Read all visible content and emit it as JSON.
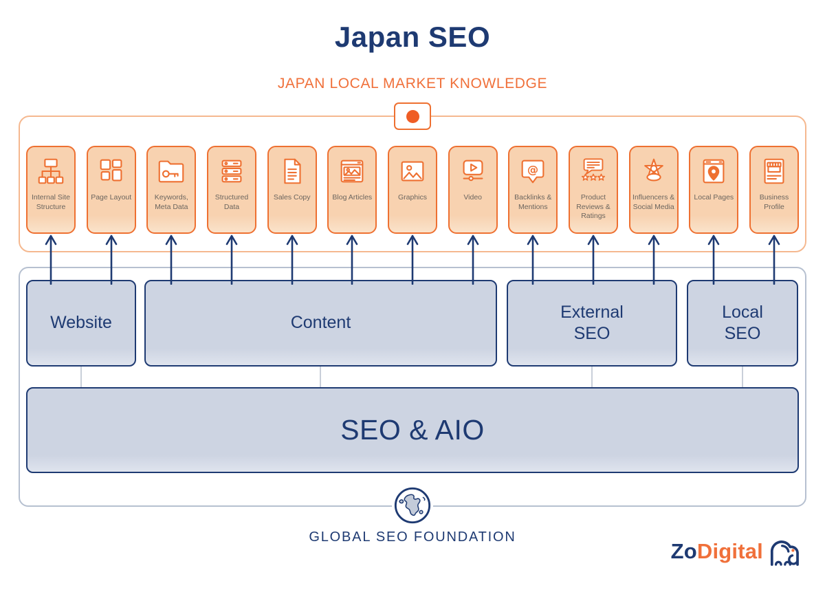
{
  "title": "Japan SEO",
  "subtitle": "JAPAN LOCAL MARKET KNOWLEDGE",
  "knowledge_section": {
    "badge_icon": "japan-flag-icon",
    "cards": [
      {
        "label": "Internal Site Structure",
        "icon": "sitemap-icon"
      },
      {
        "label": "Page Layout",
        "icon": "page-layout-icon"
      },
      {
        "label": "Keywords, Meta Data",
        "icon": "folder-key-icon"
      },
      {
        "label": "Structured Data",
        "icon": "server-stack-icon"
      },
      {
        "label": "Sales Copy",
        "icon": "document-icon"
      },
      {
        "label": "Blog Articles",
        "icon": "webpage-article-icon"
      },
      {
        "label": "Graphics",
        "icon": "image-icon"
      },
      {
        "label": "Video",
        "icon": "video-player-icon"
      },
      {
        "label": "Backlinks & Mentions",
        "icon": "at-bubble-icon"
      },
      {
        "label": "Product Reviews & Ratings",
        "icon": "review-stars-icon"
      },
      {
        "label": "Influencers & Social Media",
        "icon": "star-person-icon"
      },
      {
        "label": "Local Pages",
        "icon": "map-pin-page-icon"
      },
      {
        "label": "Business Profile",
        "icon": "storefront-profile-icon"
      }
    ]
  },
  "foundation_section": {
    "boxes": [
      {
        "label": "Website"
      },
      {
        "label": "Content"
      },
      {
        "label": "External SEO"
      },
      {
        "label": "Local SEO"
      }
    ],
    "base_box_label": "SEO & AIO",
    "globe_icon": "globe-icon",
    "footer_label": "GLOBAL SEO FOUNDATION"
  },
  "logo": {
    "part1": "Zo",
    "part2": "Digital",
    "icon": "elephant-icon"
  },
  "colors": {
    "navy": "#1e3a72",
    "orange": "#ee7031",
    "orange_light_border": "#f5b88f",
    "card_fill": "#f8d2b0",
    "blue_box_fill": "#cdd4e2",
    "blue_container_border": "#b6c0d0",
    "flag_dot": "#ef5d25",
    "card_label_text": "#6b655e"
  }
}
